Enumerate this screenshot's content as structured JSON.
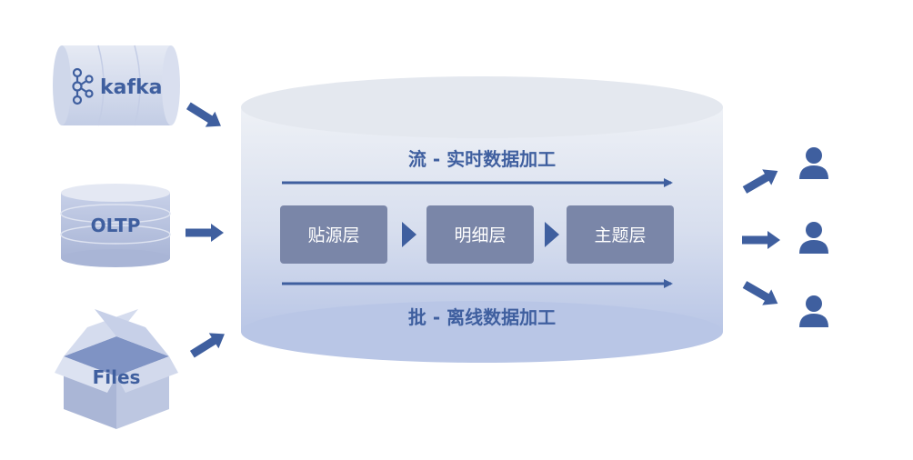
{
  "sources": {
    "kafka": {
      "label": "kafka"
    },
    "oltp": {
      "label": "OLTP"
    },
    "files": {
      "label": "Files"
    }
  },
  "pipeline": {
    "stream_label": "流 - 实时数据加工",
    "batch_label": "批 - 离线数据加工",
    "layers": [
      {
        "label": "贴源层"
      },
      {
        "label": "明细层"
      },
      {
        "label": "主题层"
      }
    ]
  },
  "consumers": [
    {
      "icon": "user-icon"
    },
    {
      "icon": "user-icon"
    },
    {
      "icon": "user-icon"
    }
  ],
  "colors": {
    "accent": "#3f5f9f",
    "layer_box": "#7a86a8",
    "cylinder_top": "#e3e7ef",
    "cylinder_bottom": "#bcc9e6",
    "source_light": "#dfe4f1",
    "source_dark": "#aab6d6"
  }
}
